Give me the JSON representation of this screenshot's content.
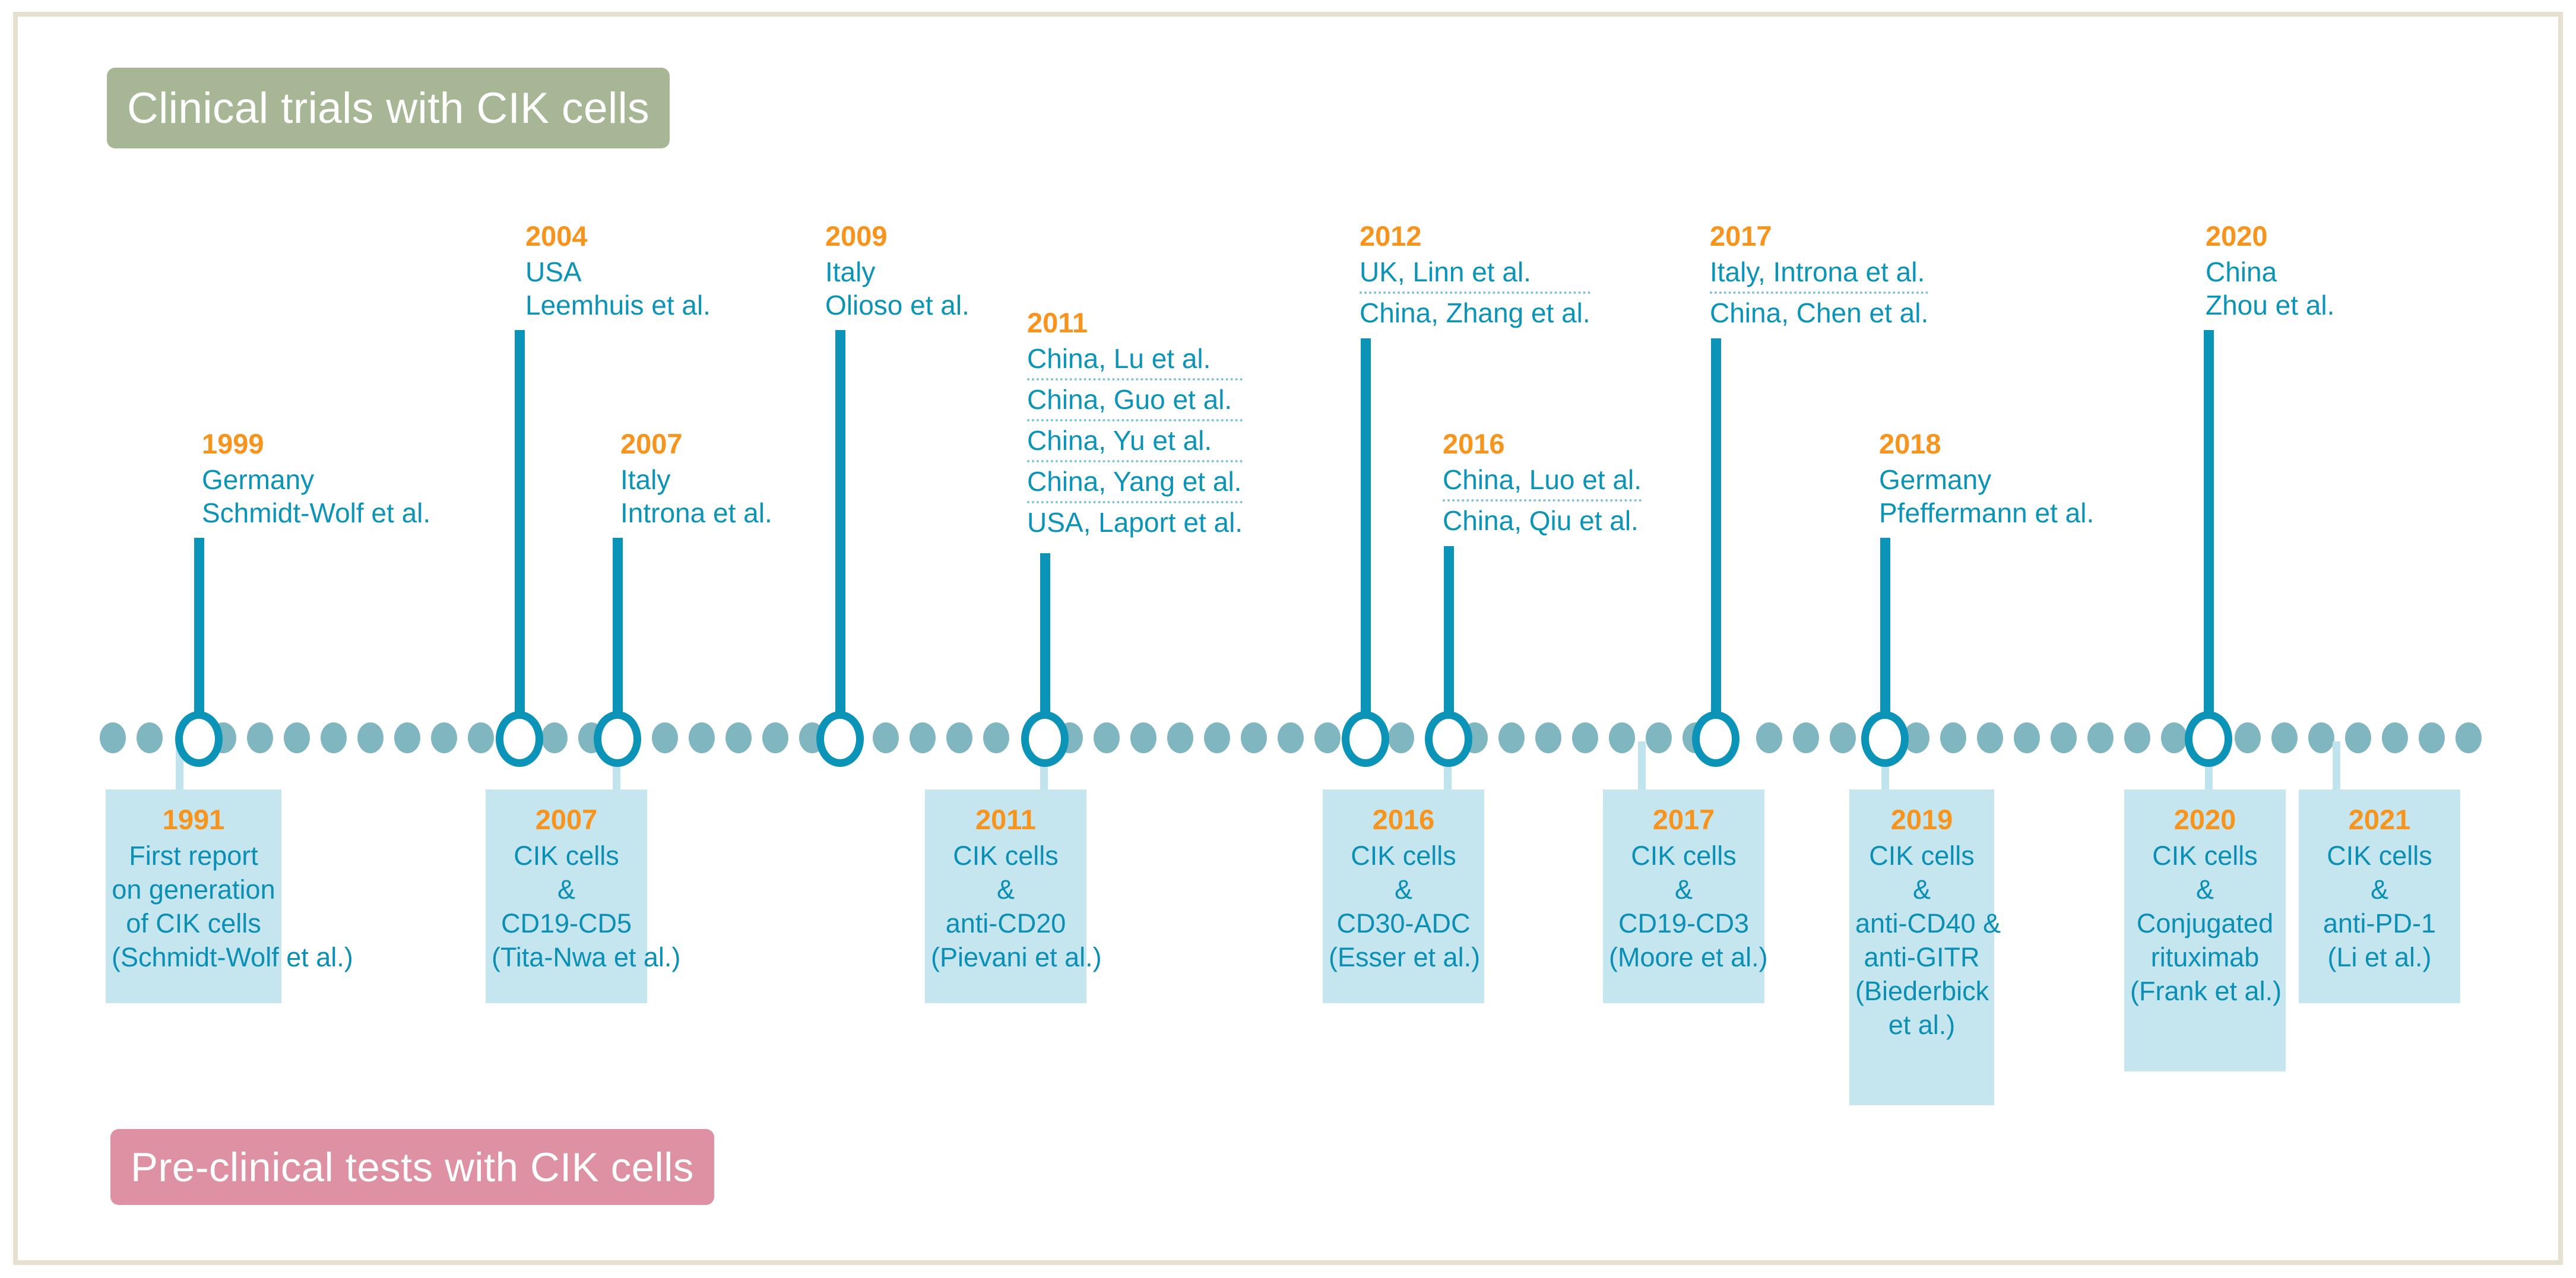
{
  "legend": {
    "clinical": "Clinical trials with CIK cells",
    "preclinical": "Pre-clinical tests with CIK cells",
    "clinical_color": "#a7b795",
    "preclinical_color": "#dd91a3"
  },
  "colors": {
    "year_orange": "#f7941e",
    "text_teal": "#0b93b8",
    "axis_dot": "#6aa9b4",
    "box_fill": "#c5e6ef",
    "frame_border": "#e5e0cf",
    "stem_down": "#bfe4ee"
  },
  "clinical_events": [
    {
      "year": "1999",
      "lines": [
        "Germany",
        "Schmidt-Wolf et al."
      ]
    },
    {
      "year": "2004",
      "lines": [
        "USA",
        "Leemhuis et al."
      ]
    },
    {
      "year": "2007",
      "lines": [
        "Italy",
        "Introna et al."
      ]
    },
    {
      "year": "2009",
      "lines": [
        "Italy",
        "Olioso et al."
      ]
    },
    {
      "year": "2011",
      "lines": [
        "China, Lu et al.",
        "China, Guo et al.",
        "China, Yu et al.",
        "China, Yang et al.",
        "USA, Laport et al."
      ]
    },
    {
      "year": "2012",
      "lines": [
        "UK, Linn et al.",
        "China, Zhang et al."
      ]
    },
    {
      "year": "2016",
      "lines": [
        "China, Luo et al.",
        "China, Qiu et al."
      ]
    },
    {
      "year": "2017",
      "lines": [
        "Italy, Introna et al.",
        "China, Chen et al."
      ]
    },
    {
      "year": "2018",
      "lines": [
        "Germany",
        "Pfeffermann et al."
      ]
    },
    {
      "year": "2020",
      "lines": [
        "China",
        "Zhou et al."
      ]
    }
  ],
  "preclinical_events": [
    {
      "year": "1991",
      "lines": [
        "First report",
        "on generation",
        "of CIK cells",
        "(Schmidt-Wolf et al.)"
      ]
    },
    {
      "year": "2007",
      "lines": [
        "CIK cells",
        "&",
        "CD19-CD5",
        "(Tita-Nwa et al.)"
      ]
    },
    {
      "year": "2011",
      "lines": [
        "CIK cells",
        "&",
        "anti-CD20",
        "(Pievani et al.)"
      ]
    },
    {
      "year": "2016",
      "lines": [
        "CIK cells",
        "&",
        "CD30-ADC",
        "(Esser et al.)"
      ]
    },
    {
      "year": "2017",
      "lines": [
        "CIK cells",
        "&",
        "CD19-CD3",
        "(Moore et al.)"
      ]
    },
    {
      "year": "2019",
      "lines": [
        "CIK cells",
        "&",
        "anti-CD40 &",
        "anti-GITR",
        "(Biederbick",
        "et al.)"
      ]
    },
    {
      "year": "2020",
      "lines": [
        "CIK cells",
        "&",
        "Conjugated",
        "rituximab",
        "(Frank et al.)"
      ]
    },
    {
      "year": "2021",
      "lines": [
        "CIK cells",
        "&",
        "anti-PD-1",
        "(Li et al.)"
      ]
    }
  ]
}
